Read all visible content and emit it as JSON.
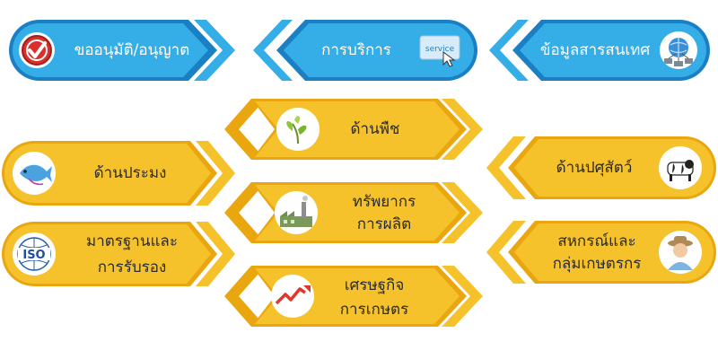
{
  "colors": {
    "blue_main": "#35aee8",
    "blue_dark": "#1b7fc4",
    "yellow_main": "#f6c22c",
    "yellow_dark": "#e9a60f",
    "icon_bg": "#ffffff"
  },
  "top_menu": [
    {
      "label": "ขออนุมัติ/อนุญาต",
      "icon": "check-icon"
    },
    {
      "label": "การบริการ",
      "icon": "service-click-icon"
    },
    {
      "label": "ข้อมูลสารสนเทศ",
      "icon": "network-globe-icon"
    }
  ],
  "categories": {
    "plant": {
      "line1": "ด้านพืช",
      "line2": "",
      "icon": "tea-leaf-icon"
    },
    "fishery": {
      "line1": "ด้านประมง",
      "line2": "",
      "icon": "fish-icon"
    },
    "livestock": {
      "line1": "ด้านปศุสัตว์",
      "line2": "",
      "icon": "cow-icon"
    },
    "resources": {
      "line1": "ทรัพยากร",
      "line2": "การผลิต",
      "icon": "factory-icon"
    },
    "standards": {
      "line1": "มาตรฐานและ",
      "line2": "การรับรอง",
      "icon": "iso-icon"
    },
    "cooperatives": {
      "line1": "สหกรณ์และ",
      "line2": "กลุ่มเกษตรกร",
      "icon": "farmer-icon"
    },
    "economy": {
      "line1": "เศรษฐกิจ",
      "line2": "การเกษตร",
      "icon": "growth-chart-icon"
    }
  }
}
